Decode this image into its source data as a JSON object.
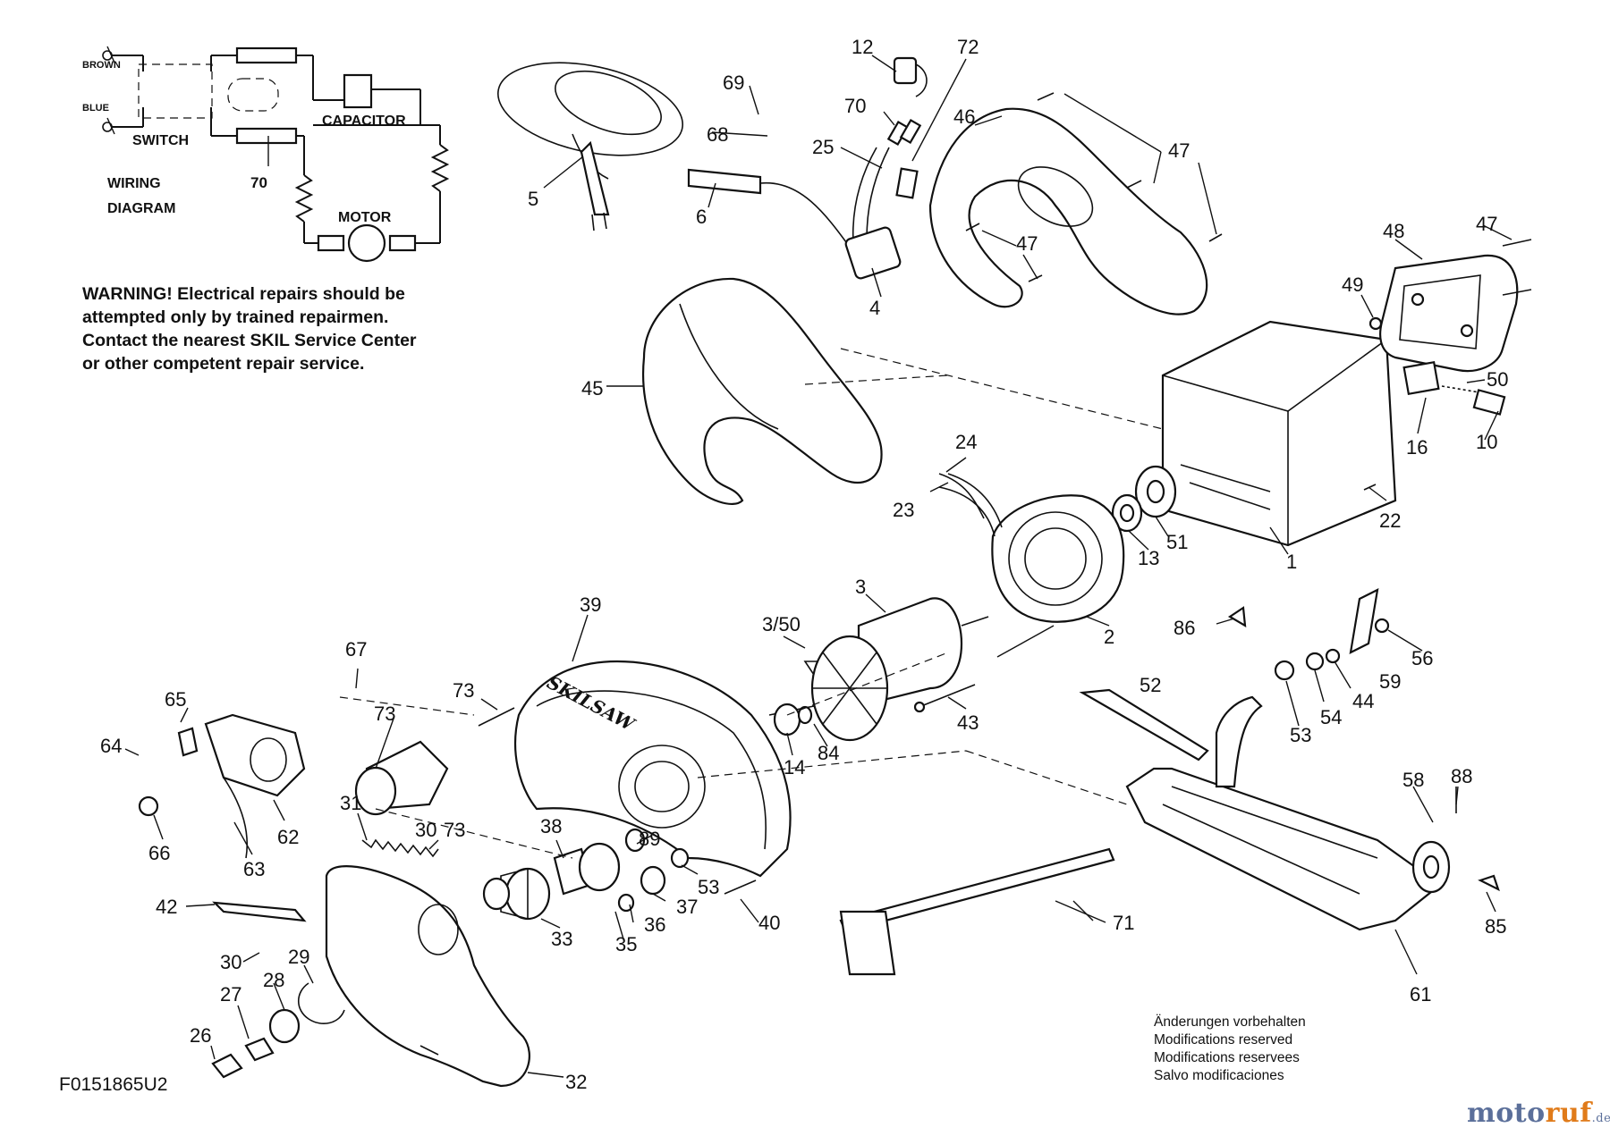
{
  "wiring_diagram": {
    "brown_label": "BROWN",
    "blue_label": "BLUE",
    "switch_label": "SWITCH",
    "capacitor_label": "CAPACITOR",
    "motor_label": "MOTOR",
    "part_70_label": "70",
    "title_line1": "WIRING",
    "title_line2": "DIAGRAM"
  },
  "warning_text": {
    "line1": "WARNING! Electrical repairs should be",
    "line2": "attempted only by trained repairmen.",
    "line3": "Contact the nearest SKIL Service Center",
    "line4": "or other competent repair service."
  },
  "callouts": {
    "c1": "1",
    "c2": "2",
    "c3": "3",
    "c3_50": "3/50",
    "c4": "4",
    "c5": "5",
    "c6": "6",
    "c10": "10",
    "c12": "12",
    "c13": "13",
    "c14": "14",
    "c16": "16",
    "c22": "22",
    "c23": "23",
    "c24": "24",
    "c25": "25",
    "c26": "26",
    "c27": "27",
    "c28": "28",
    "c29": "29",
    "c30a": "30",
    "c30b": "30",
    "c31": "31",
    "c32": "32",
    "c33": "33",
    "c35": "35",
    "c36": "36",
    "c37": "37",
    "c38": "38",
    "c39": "39",
    "c40": "40",
    "c42": "42",
    "c43": "43",
    "c44": "44",
    "c45": "45",
    "c46": "46",
    "c47a": "47",
    "c47b": "47",
    "c47c": "47",
    "c48": "48",
    "c49": "49",
    "c50": "50",
    "c51": "51",
    "c52": "52",
    "c53a": "53",
    "c53b": "53",
    "c54": "54",
    "c56": "56",
    "c58": "58",
    "c59": "59",
    "c61": "61",
    "c62": "62",
    "c63": "63",
    "c64": "64",
    "c65": "65",
    "c66": "66",
    "c67": "67",
    "c68": "68",
    "c69": "69",
    "c70": "70",
    "c71": "71",
    "c72": "72",
    "c73a": "73",
    "c73b": "73",
    "c73c": "73",
    "c84": "84",
    "c85": "85",
    "c86": "86",
    "c88": "88",
    "c89": "89"
  },
  "notes": {
    "de": "Änderungen vorbehalten",
    "en": "Modifications reserved",
    "fr": "Modifications reservees",
    "es": "Salvo modificaciones"
  },
  "figure_code": "F0151865U2",
  "watermark": {
    "part1": "moto",
    "part2": "ruf",
    "part3": ".de"
  },
  "colors": {
    "ink": "#111111",
    "watermark_blue": "#5b6f9a",
    "watermark_orange": "#e07b1a"
  },
  "brand_on_guard": "SKILSAW"
}
